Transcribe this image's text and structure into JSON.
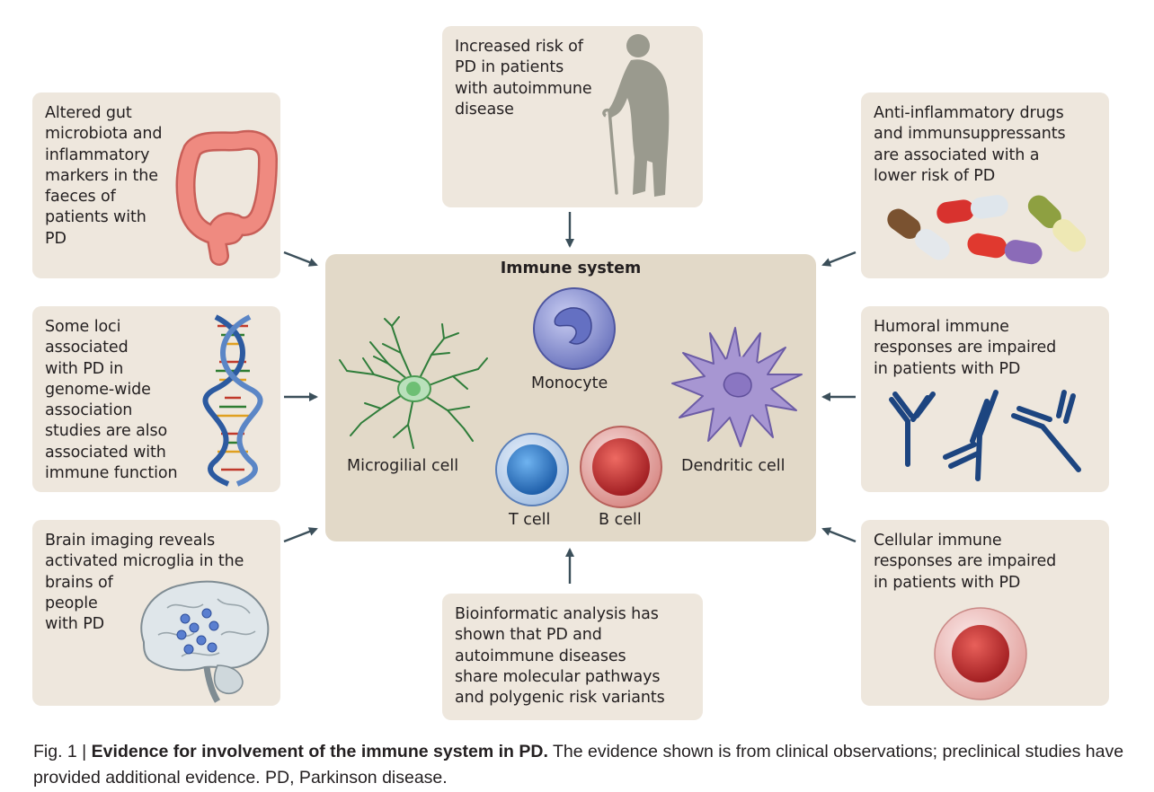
{
  "center": {
    "title": "Immune system",
    "cells": {
      "microglia": "Microgilial cell",
      "monocyte": "Monocyte",
      "dendritic": "Dendritic cell",
      "tcell": "T cell",
      "bcell": "B cell"
    }
  },
  "panels": {
    "gut": "Altered gut\nmicrobiota and\ninflammatory\nmarkers in the\nfaeces of\npatients with\nPD",
    "loci": "Some loci\nassociated\nwith PD in\ngenome-wide\nassociation\nstudies are also\nassociated with\nimmune function",
    "brain": "Brain imaging reveals\nactivated microglia in the\nbrains of\npeople\nwith PD",
    "autoimmune": "Increased risk of\nPD in patients\nwith autoimmune\ndisease",
    "bioinformatic": "Bioinformatic analysis has\nshown that PD and\nautoimmune diseases\nshare molecular pathways\nand polygenic risk variants",
    "drugs": "Anti-inflammatory drugs\nand immunsuppressants\nare associated with a\nlower risk of PD",
    "humoral": "Humoral immune\nresponses are impaired\nin patients with PD",
    "cellular": "Cellular immune\nresponses are impaired\nin patients with PD"
  },
  "caption": {
    "prefix": "Fig. 1 | ",
    "bold": "Evidence for involvement of the immune system in PD.",
    "rest": " The evidence shown is from clinical observations; preclinical studies have provided additional evidence. PD, Parkinson disease."
  },
  "colors": {
    "panel_bg": "#eee7dd",
    "center_bg": "#e2d9c8",
    "arrow": "#3b4f5a",
    "antibody": "#1d4580",
    "microglia": "#3f9a4a",
    "monocyte": "#7b84c8",
    "dendritic": "#9b8bc6",
    "tcell": "#3f86d2",
    "bcell": "#cc3b3b",
    "gut": "#ef8a80"
  }
}
